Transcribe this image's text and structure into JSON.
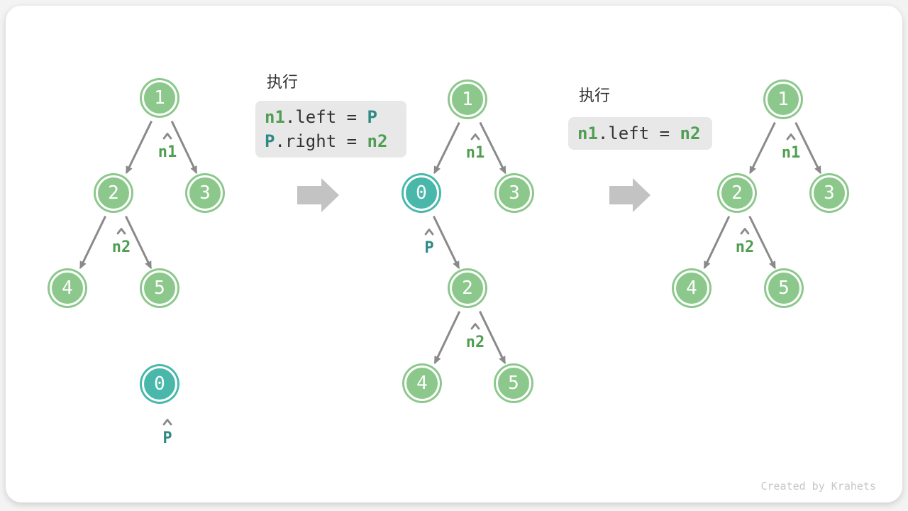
{
  "colors": {
    "node-green": "#8cc88c",
    "node-teal": "#49b8ab",
    "edge-gray": "#8a8a8a",
    "arrow-gray": "#c3c3c3",
    "label-green": "#4f9e51",
    "label-teal": "#2f8a84",
    "code-plain": "#333333",
    "code-bg": "#e8e8e8",
    "title-text": "#2f2f2f",
    "footer-text": "#c7c7c7"
  },
  "steps": [
    {
      "title": "执行",
      "lines": [
        {
          "tokens": [
            "n1",
            ".left = ",
            "P"
          ]
        },
        {
          "tokens": [
            "P",
            ".right = ",
            "n2"
          ]
        }
      ]
    },
    {
      "title": "执行",
      "lines": [
        {
          "tokens": [
            "n1",
            ".left = ",
            "n2"
          ]
        }
      ]
    }
  ],
  "trees": {
    "initial": {
      "nodes": {
        "n1": "1",
        "n2": "2",
        "n3": "3",
        "n4": "4",
        "n5": "5",
        "n0": "0"
      },
      "pointers": {
        "n1": "n1",
        "n2": "n2",
        "p": "P"
      }
    },
    "intermediate": {
      "nodes": {
        "n1": "1",
        "n0": "0",
        "n3": "3",
        "n2": "2",
        "n4": "4",
        "n5": "5"
      },
      "pointers": {
        "n1": "n1",
        "p": "P",
        "n2": "n2"
      }
    },
    "final": {
      "nodes": {
        "n1": "1",
        "n2": "2",
        "n3": "3",
        "n4": "4",
        "n5": "5"
      },
      "pointers": {
        "n1": "n1",
        "n2": "n2"
      }
    }
  },
  "footer": {
    "credit": "Created by Krahets"
  }
}
